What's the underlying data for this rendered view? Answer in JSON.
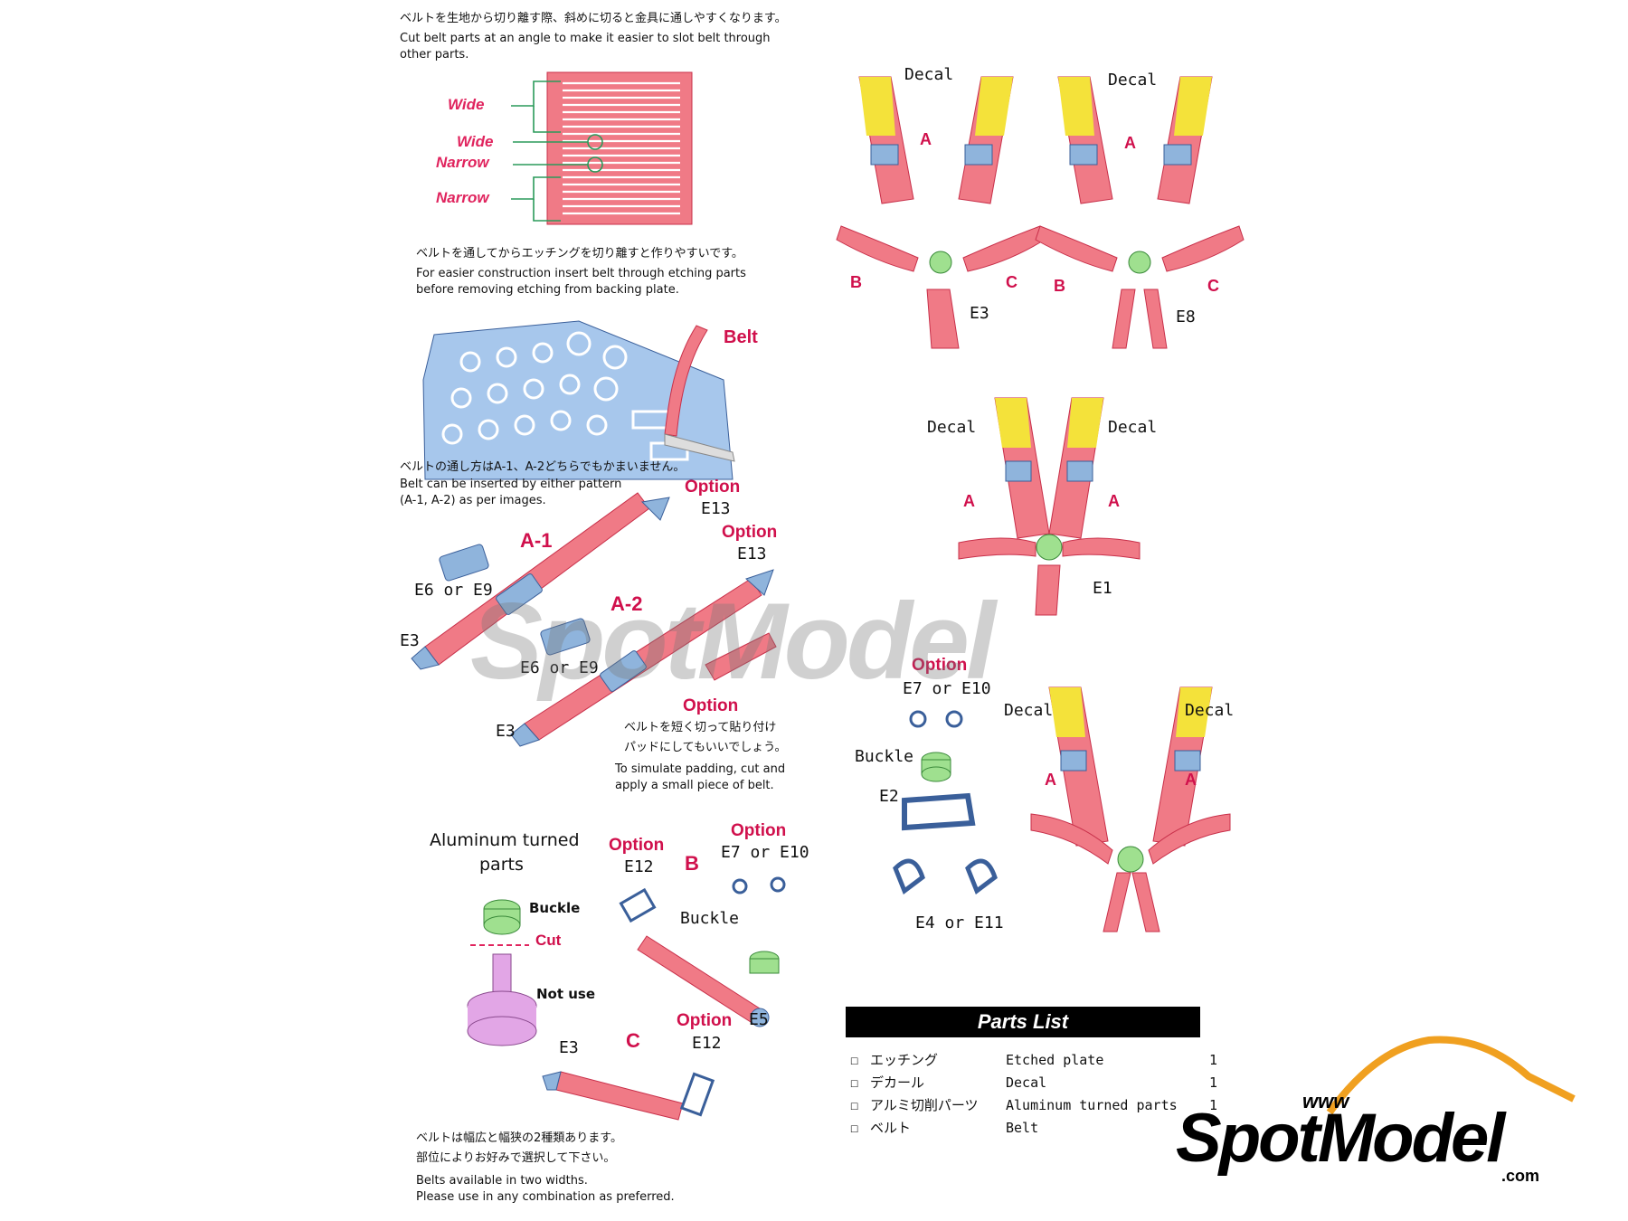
{
  "colors": {
    "belt": "#f07a86",
    "belt_stroke": "#c8304a",
    "metal": "#8fb4dc",
    "metal_stroke": "#3a5f9a",
    "decal": "#f4e23a",
    "accent": "#e0245e",
    "green": "#9fe08f",
    "purple": "#e2a6e6"
  },
  "intro": {
    "jp": "ベルトを生地から切り離す際、斜めに切ると金具に通しやすくなります。",
    "en1": "Cut belt parts at an angle to make it easier to slot belt through",
    "en2": "other parts."
  },
  "widths": {
    "wide1": "Wide",
    "wide2": "Wide",
    "narrow1": "Narrow",
    "narrow2": "Narrow"
  },
  "etch_note": {
    "jp": "ベルトを通してからエッチングを切り離すと作りやすいです。",
    "en1": "For easier construction insert belt through etching parts",
    "en2": "before removing etching from backing plate."
  },
  "belt_label": "Belt",
  "pattern_note": {
    "jp": "ベルトの通し方はA-1、A-2どちらでもかまいません。",
    "en1": "Belt can be inserted by either pattern",
    "en2": "(A-1, A-2) as per images."
  },
  "assembly": {
    "option": "Option",
    "a1": "A-1",
    "a2": "A-2",
    "e13": "E13",
    "e6e9": "E6 or E9",
    "e3": "E3",
    "pad_jp1": "ベルトを短く切って貼り付け",
    "pad_jp2": "パッドにしてもいいでしょう。",
    "pad_en1": "To simulate padding, cut and",
    "pad_en2": "apply a small piece of belt."
  },
  "aluminum": {
    "title1": "Aluminum turned",
    "title2": "parts",
    "buckle": "Buckle",
    "cut": "Cut",
    "not_use": "Not use"
  },
  "bc": {
    "b": "B",
    "c": "C",
    "e12": "E12",
    "e7e10": "E7 or E10",
    "buckle": "Buckle",
    "e5": "E5",
    "e3": "E3"
  },
  "widths_note": {
    "jp1": "ベルトは幅広と幅狭の2種類あります。",
    "jp2": "部位によりお好みで選択して下さい。",
    "en1": "Belts available in two widths.",
    "en2": "Please use in any combination as preferred."
  },
  "harness": {
    "decal": "Decal",
    "a": "A",
    "b": "B",
    "c": "C",
    "e3": "E3",
    "e8": "E8",
    "e1": "E1"
  },
  "buckle_asm": {
    "option": "Option",
    "e7e10": "E7 or E10",
    "buckle": "Buckle",
    "e2": "E2",
    "e4e11": "E4 or E11"
  },
  "parts_list": {
    "title": "Parts List",
    "items": [
      {
        "jp": "エッチング",
        "en": "Etched plate",
        "qty": "1"
      },
      {
        "jp": "デカール",
        "en": "Decal",
        "qty": "1"
      },
      {
        "jp": "アルミ切削パーツ",
        "en": "Aluminum turned parts",
        "qty": "1"
      },
      {
        "jp": "ベルト",
        "en": "Belt",
        "qty": ""
      }
    ]
  },
  "watermark": {
    "www": "www",
    "brand": "SpotModel",
    "com": ".com"
  }
}
